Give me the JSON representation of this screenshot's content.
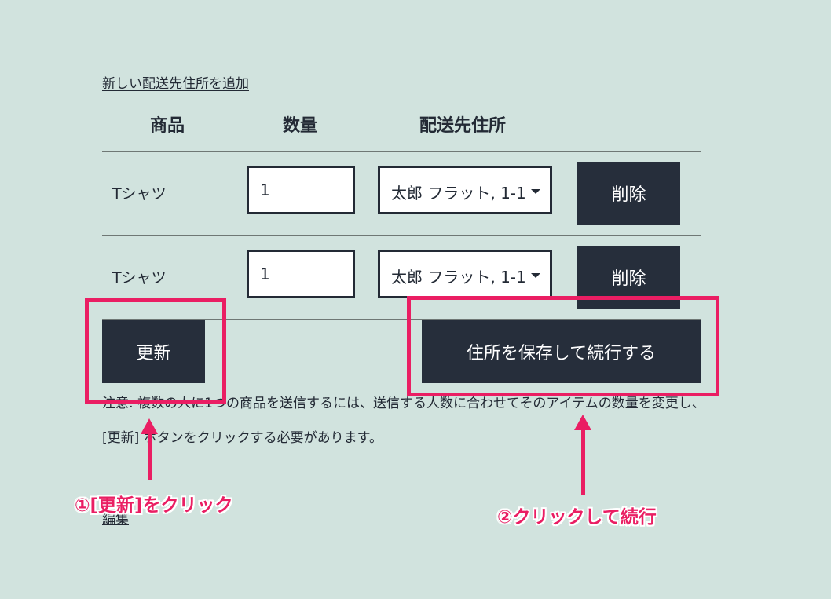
{
  "add_address_link": "新しい配送先住所を追加",
  "table": {
    "headers": [
      "商品",
      "数量",
      "配送先住所"
    ],
    "rows": [
      {
        "product": "Tシャツ",
        "quantity": "1",
        "address": "太郎 フラット, 1-1",
        "delete_label": "削除"
      },
      {
        "product": "Tシャツ",
        "quantity": "1",
        "address": "太郎 フラット, 1-1",
        "delete_label": "削除"
      }
    ]
  },
  "update_button": "更新",
  "save_continue_button": "住所を保存して続行する",
  "note": "注意: 複数の人に1つの商品を送信するには、送信する人数に合わせてそのアイテムの数量を変更し、[更新] ボタンをクリックする必要があります。",
  "edit_link": "編集",
  "annotations": {
    "callout_1": "①[更新]をクリック",
    "callout_2": "②クリックして続行",
    "highlight_color": "#ea1e63"
  }
}
